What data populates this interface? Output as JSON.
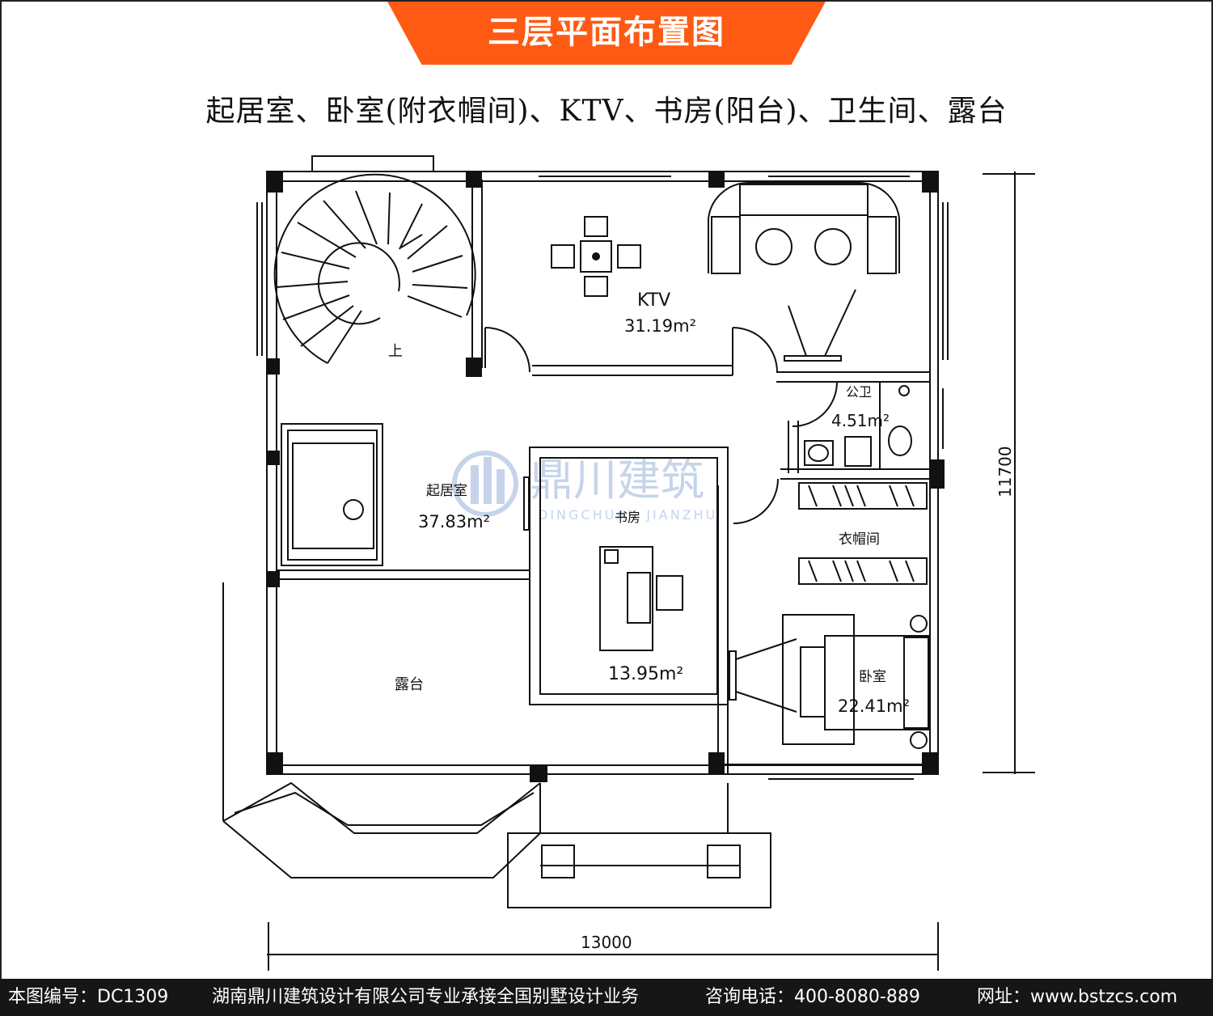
{
  "header": {
    "title": "三层平面布置图",
    "subtitle": "起居室、卧室(附衣帽间)、KTV、书房(阳台)、卫生间、露台",
    "banner_color": "#ff5a14"
  },
  "plan": {
    "rooms": {
      "ktv": {
        "name": "KTV",
        "area": "31.19m²"
      },
      "living": {
        "name": "起居室",
        "area": "37.83m²"
      },
      "study": {
        "name": "书房",
        "area": "13.95m²"
      },
      "bathroom": {
        "name": "公卫",
        "area": "4.51m²"
      },
      "closet": {
        "name": "衣帽间"
      },
      "bedroom": {
        "name": "卧室",
        "area": "22.41m²"
      },
      "terrace": {
        "name": "露台"
      },
      "stair_label": "上"
    },
    "dimensions": {
      "width": "13000",
      "height": "11700"
    },
    "watermark": {
      "name": "鼎川建筑",
      "pinyin": "DINGCHUAN JIANZHU"
    }
  },
  "footer": {
    "drawing_no": "本图编号：DC1309",
    "company": "湖南鼎川建筑设计有限公司专业承接全国别墅设计业务",
    "phone": "咨询电话：400-8080-889",
    "website": "网址：www.bstzcs.com",
    "background": "#161616"
  }
}
